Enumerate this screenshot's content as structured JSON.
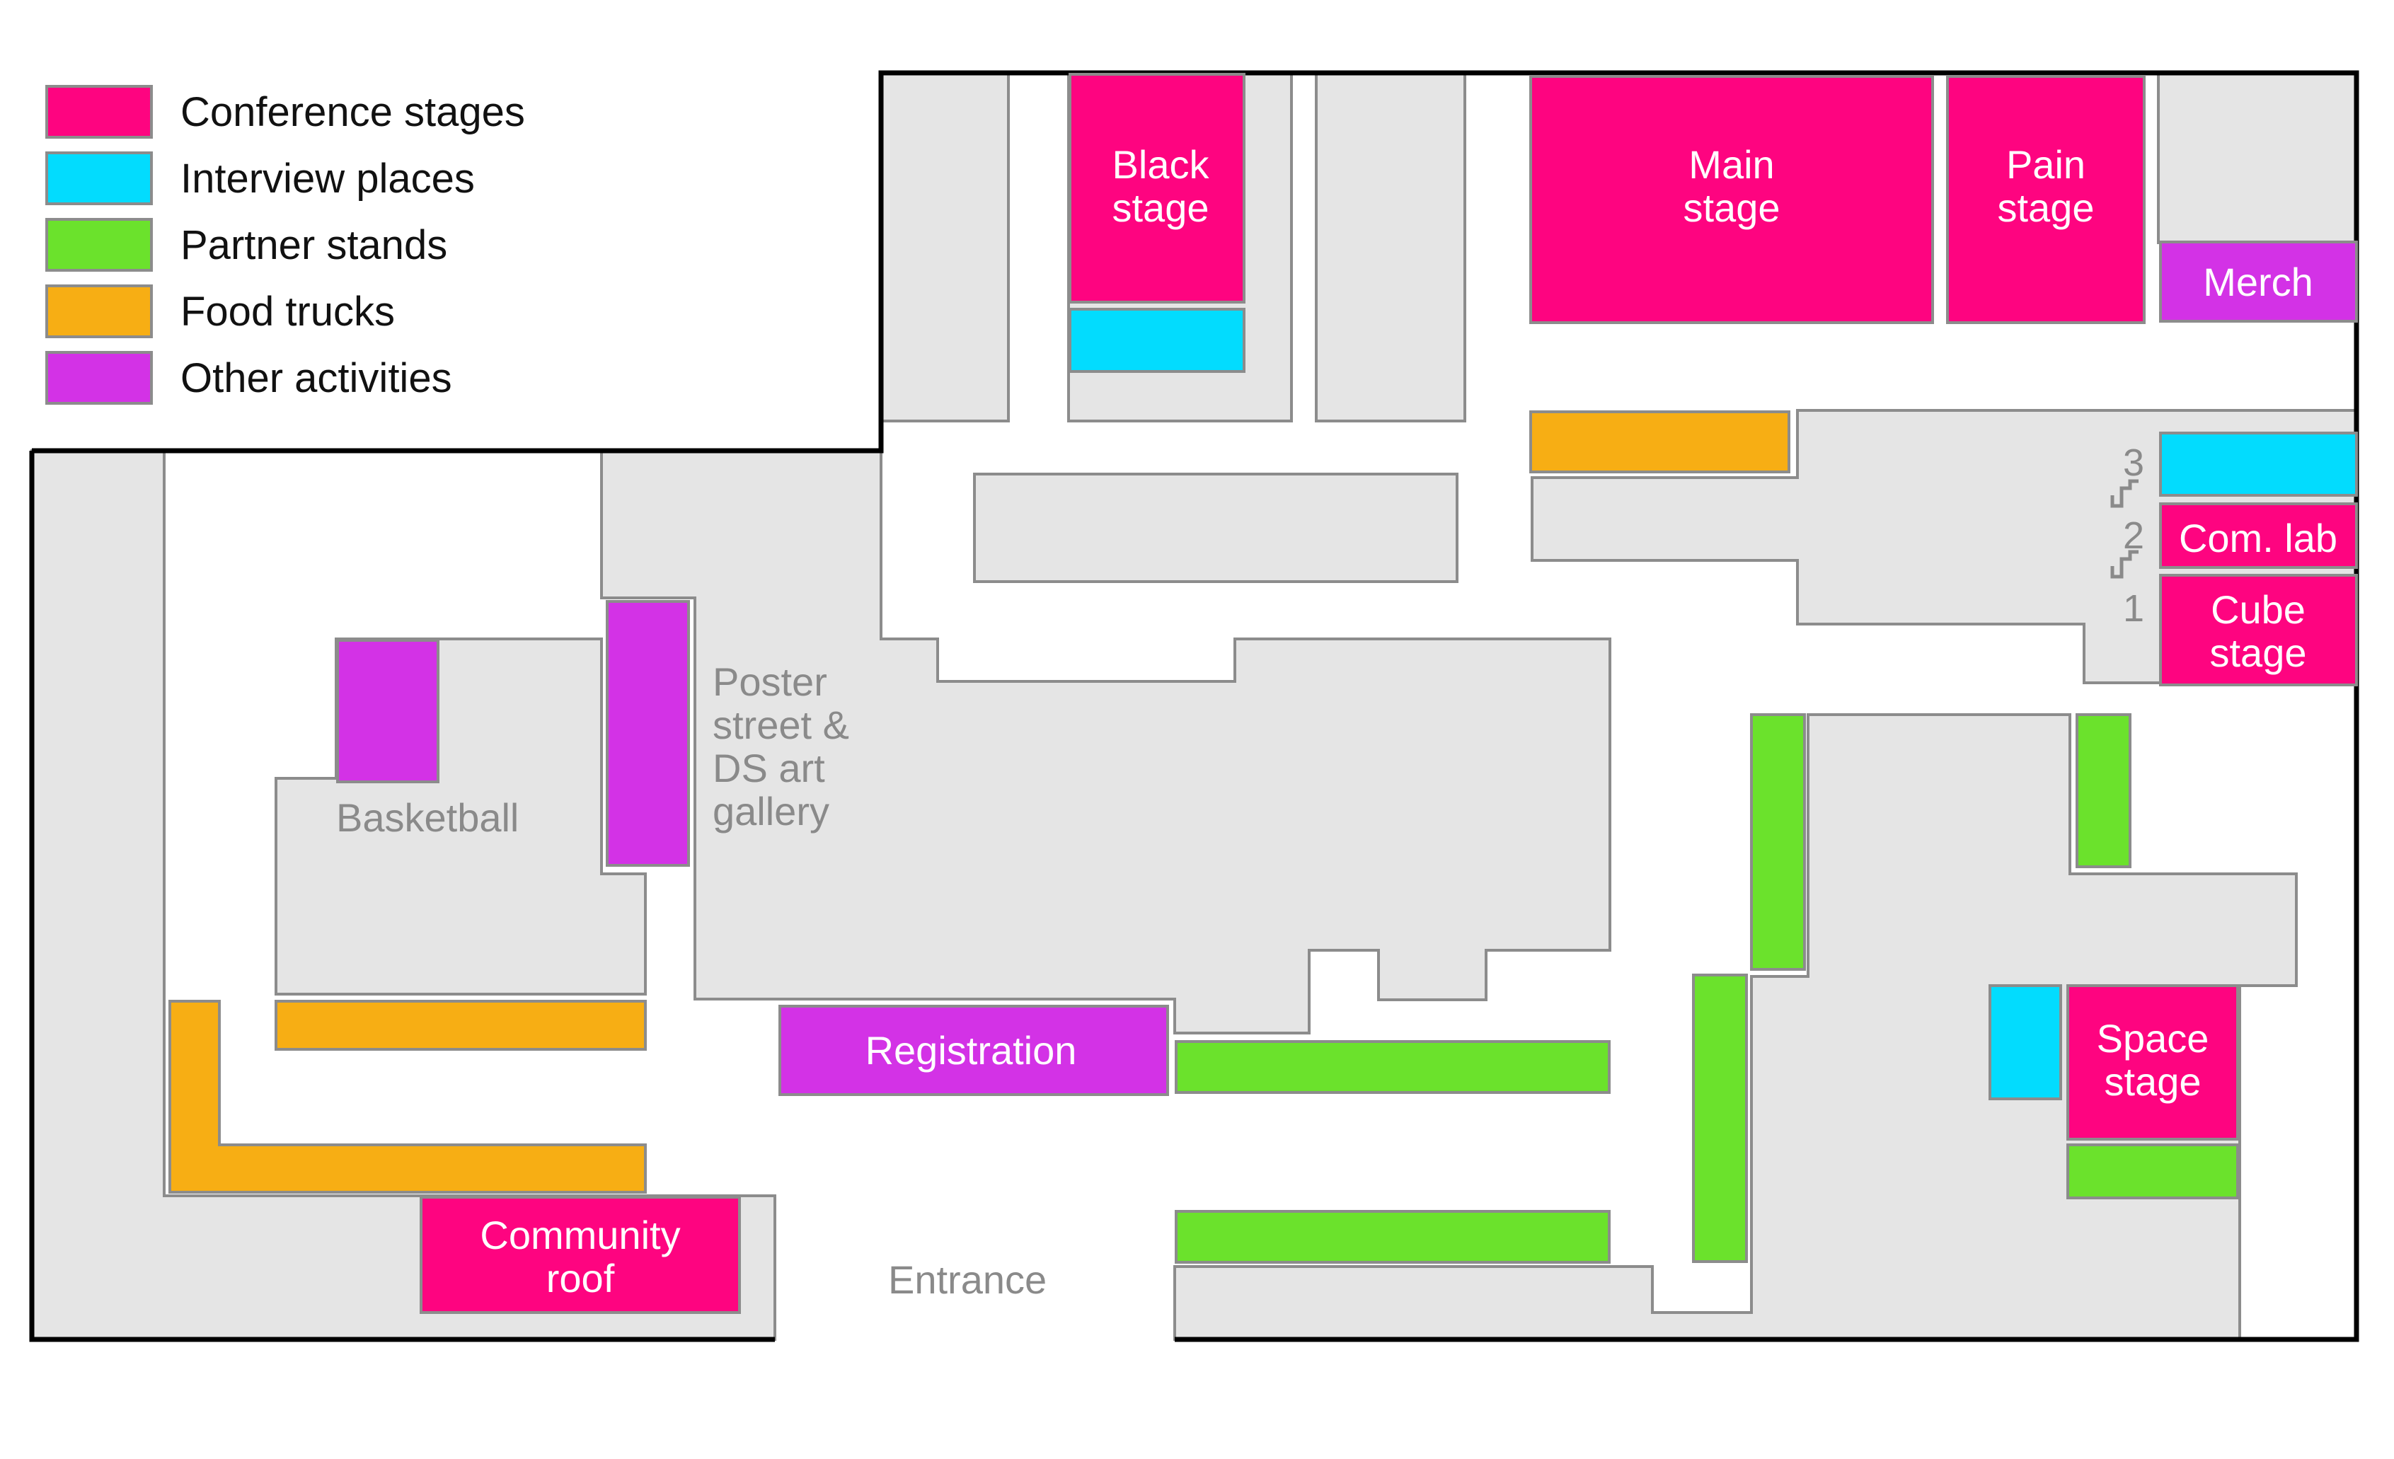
{
  "colors": {
    "conference": "#fe0480",
    "interview": "#02dcfe",
    "partner": "#6be22c",
    "food": "#f7ae14",
    "other": "#d332e6",
    "area": "#e5e5e5",
    "border": "#8c8c8c"
  },
  "legend": {
    "conference_label": "Conference stages",
    "interview_label": "Interview places",
    "partner_label": "Partner stands",
    "food_label": "Food trucks",
    "other_label": "Other activities"
  },
  "labels": {
    "black_stage_l1": "Black",
    "black_stage_l2": "stage",
    "main_stage_l1": "Main",
    "main_stage_l2": "stage",
    "pain_stage_l1": "Pain",
    "pain_stage_l2": "stage",
    "merch": "Merch",
    "com_lab": "Com. lab",
    "cube_stage_l1": "Cube",
    "cube_stage_l2": "stage",
    "space_stage_l1": "Space",
    "space_stage_l2": "stage",
    "community_roof_l1": "Community",
    "community_roof_l2": "roof",
    "registration": "Registration",
    "basketball": "Basketball",
    "poster_l1": "Poster",
    "poster_l2": "street &",
    "poster_l3": "DS art",
    "poster_l4": "gallery",
    "entrance": "Entrance",
    "floor_1": "1",
    "floor_2": "2",
    "floor_3": "3"
  }
}
